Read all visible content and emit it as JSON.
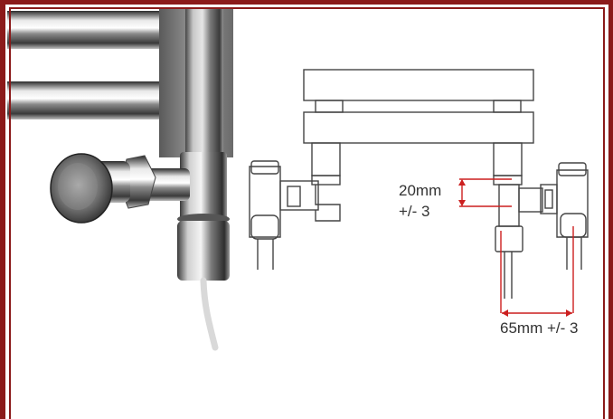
{
  "figure": {
    "frame_color": "#8b1a1a",
    "dimension_color": "#cc1f1f",
    "line_color": "#444444",
    "photo": {
      "subject": "chrome heated towel rail valve with heating element",
      "icons": [
        "valve-knob-icon",
        "heating-element-icon",
        "power-cable-icon"
      ]
    },
    "dimensions": {
      "vertical": {
        "value_line": "20mm",
        "tolerance_line": "+/- 3"
      },
      "horizontal": {
        "text": "65mm +/- 3"
      }
    }
  }
}
